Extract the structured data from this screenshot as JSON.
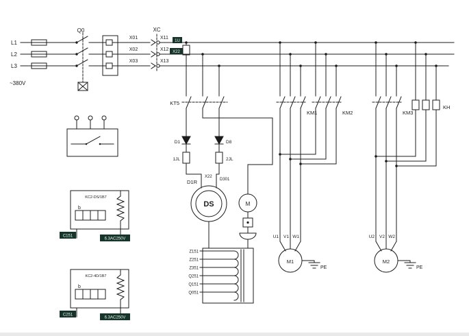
{
  "colors": {
    "line": "#1b1b1b",
    "background": "#ffffff",
    "tag_background": "#16342a",
    "tag_text": "#e8f5e9"
  },
  "power": {
    "phases": [
      "L1",
      "L2",
      "L3"
    ],
    "voltage": "~380V"
  },
  "breaker": {
    "label": "Q0"
  },
  "terminals": {
    "left": [
      "X01",
      "X02",
      "X03"
    ],
    "connector": "XC",
    "right": [
      "X11",
      "X12",
      "X13"
    ]
  },
  "fuse_tags": {
    "top": "1U",
    "bottom": "X22"
  },
  "timer": {
    "label": "KT5"
  },
  "rectifier": {
    "d1": "D1",
    "d8": "D8",
    "jl1": "1JL",
    "jl2": "2JL",
    "d1r": "D1R",
    "x22": "X22",
    "d301": "D301"
  },
  "chuck": {
    "label": "DS"
  },
  "demag": {
    "label": "M"
  },
  "contactors": [
    {
      "label": "KM1"
    },
    {
      "label": "KM2"
    },
    {
      "label": "KM3"
    }
  ],
  "overload": {
    "label": "KH"
  },
  "motor1": {
    "name": "M1",
    "terminals": [
      "U1",
      "V1",
      "W1"
    ],
    "pe": "PE"
  },
  "motor2": {
    "name": "M2",
    "terminals": [
      "U2",
      "V2",
      "W2"
    ],
    "pe": "PE"
  },
  "transformer": {
    "taps": [
      "Z151",
      "Z251",
      "Z351",
      "Q251",
      "Q151",
      "Q051"
    ]
  },
  "modules": {
    "block1": {
      "model": "KC2-DS/1B7",
      "coil": "b",
      "tag": "C151",
      "rating": "6.3AC250V"
    },
    "block2": {
      "model": "KC2-4D/1B7",
      "coil": "b",
      "tag": "C251",
      "rating": "6.3AC250V"
    }
  }
}
